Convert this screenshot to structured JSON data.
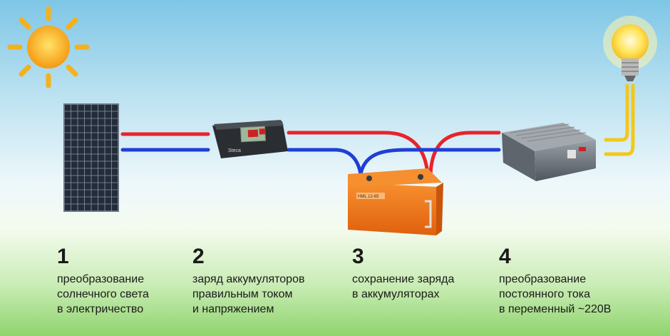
{
  "steps": [
    {
      "num": "1",
      "lines": [
        "преобразование",
        "солнечного света",
        "в электричество"
      ]
    },
    {
      "num": "2",
      "lines": [
        "заряд аккумуляторов",
        "правильным током",
        "и напряжением"
      ]
    },
    {
      "num": "3",
      "lines": [
        "сохранение заряда",
        "в аккумуляторах"
      ]
    },
    {
      "num": "4",
      "lines": [
        "преобразование",
        "постоянного тока",
        "в переменный ~220В"
      ]
    }
  ],
  "devices": {
    "controller_brand": "Steca",
    "battery_label": "HML 12-65"
  },
  "colors": {
    "positive_wire": "#e8232b",
    "negative_wire": "#1f3fd6",
    "lamp_wire": "#f2c81a",
    "battery": "#f07a1c",
    "sun": "#f7b21a"
  }
}
